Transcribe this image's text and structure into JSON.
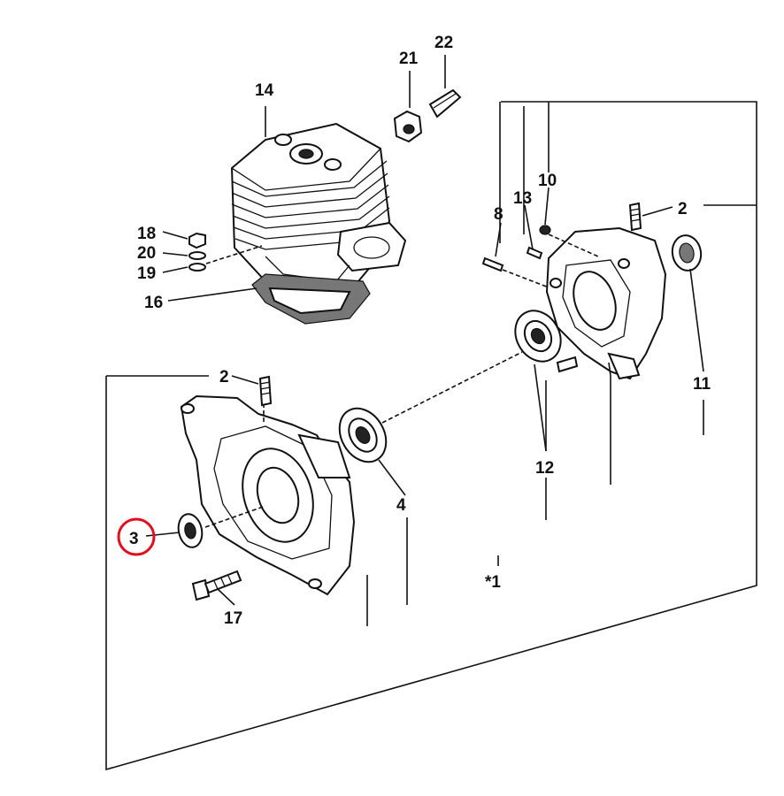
{
  "callouts": [
    {
      "id": "p1",
      "text": "*1"
    },
    {
      "id": "p2a",
      "text": "2"
    },
    {
      "id": "p2b",
      "text": "2"
    },
    {
      "id": "p3",
      "text": "3"
    },
    {
      "id": "p4",
      "text": "4"
    },
    {
      "id": "p8",
      "text": "8"
    },
    {
      "id": "p10",
      "text": "10"
    },
    {
      "id": "p11",
      "text": "11"
    },
    {
      "id": "p12",
      "text": "12"
    },
    {
      "id": "p13",
      "text": "13"
    },
    {
      "id": "p14",
      "text": "14"
    },
    {
      "id": "p16",
      "text": "16"
    },
    {
      "id": "p17",
      "text": "17"
    },
    {
      "id": "p18",
      "text": "18"
    },
    {
      "id": "p19",
      "text": "19"
    },
    {
      "id": "p20",
      "text": "20"
    },
    {
      "id": "p21",
      "text": "21"
    },
    {
      "id": "p22",
      "text": "22"
    }
  ],
  "highlight": {
    "callout": "3",
    "color": "#e01020"
  }
}
